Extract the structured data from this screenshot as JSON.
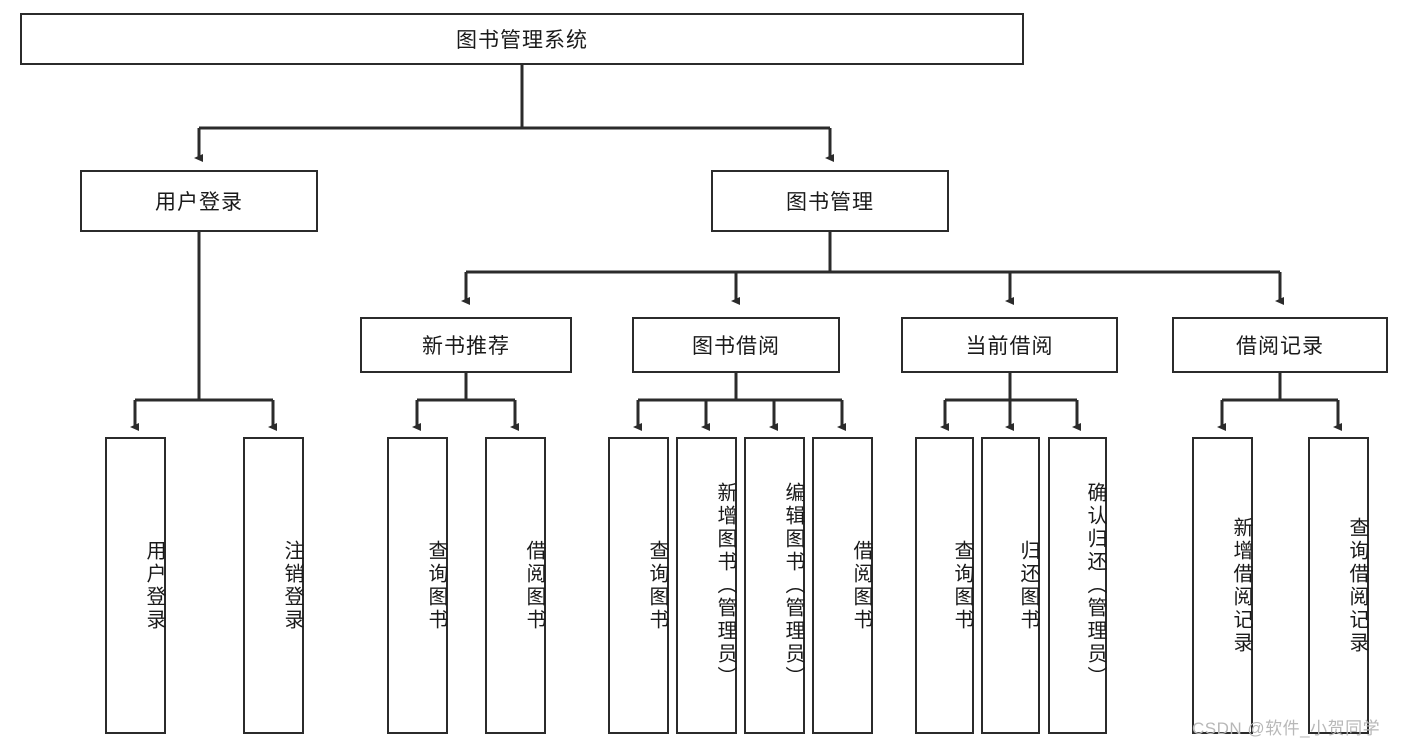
{
  "diagram": {
    "title": "图书管理系统",
    "type": "hierarchy-tree",
    "watermark": "CSDN @软件_小贺同学",
    "colors": {
      "box_border": "#2b2b2b",
      "box_fill": "#ffffff",
      "text": "#1a1a1a",
      "edge": "#2b2b2b",
      "watermark": "#b8b8b8"
    },
    "root": {
      "label": "图书管理系统"
    },
    "level2": [
      {
        "label": "用户登录"
      },
      {
        "label": "图书管理"
      }
    ],
    "level3": [
      {
        "label": "新书推荐"
      },
      {
        "label": "图书借阅"
      },
      {
        "label": "当前借阅"
      },
      {
        "label": "借阅记录"
      }
    ],
    "leaves": {
      "user_login": [
        {
          "label": "用户登录"
        },
        {
          "label": "注销登录"
        }
      ],
      "new_book_recommend": [
        {
          "label": "查询图书"
        },
        {
          "label": "借阅图书"
        }
      ],
      "book_borrow": [
        {
          "label": "查询图书"
        },
        {
          "label": "新增图书（管理员）"
        },
        {
          "label": "编辑图书（管理员）"
        },
        {
          "label": "借阅图书"
        }
      ],
      "current_borrow": [
        {
          "label": "查询图书"
        },
        {
          "label": "归还图书"
        },
        {
          "label": "确认归还（管理员）"
        }
      ],
      "borrow_record": [
        {
          "label": "新增借阅记录"
        },
        {
          "label": "查询借阅记录"
        }
      ]
    }
  }
}
